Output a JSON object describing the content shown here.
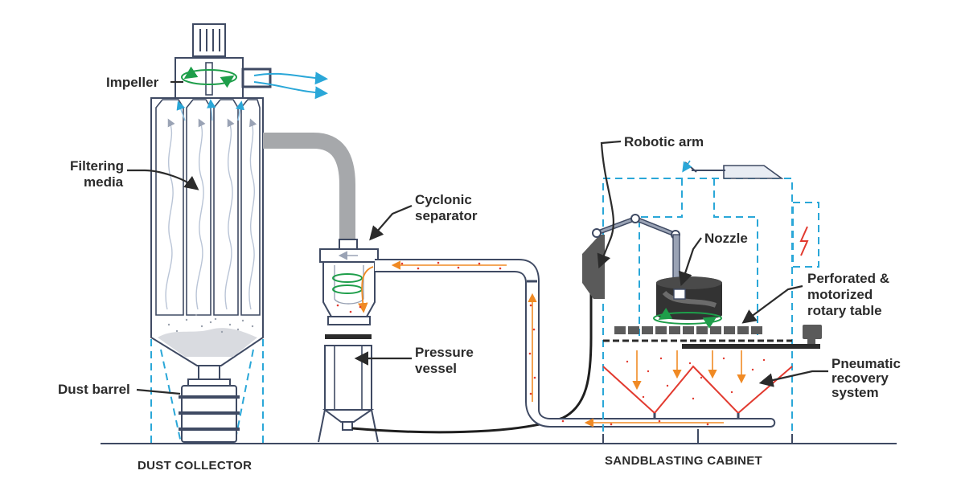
{
  "labels": {
    "impeller": "Impeller",
    "filtering_media_1": "Filtering",
    "filtering_media_2": "media",
    "dust_barrel": "Dust barrel",
    "cyclonic_separator_1": "Cyclonic",
    "cyclonic_separator_2": "separator",
    "pressure_vessel_1": "Pressure",
    "pressure_vessel_2": "vessel",
    "robotic_arm": "Robotic arm",
    "nozzle": "Nozzle",
    "rotary_table_1": "Perforated &",
    "rotary_table_2": "motorized",
    "rotary_table_3": "rotary table",
    "pneumatic_1": "Pneumatic",
    "pneumatic_2": "recovery",
    "pneumatic_3": "system"
  },
  "captions": {
    "dust_collector": "DUST COLLECTOR",
    "sandblasting_cabinet": "SANDBLASTING CABINET"
  },
  "colors": {
    "outline": "#3f4a63",
    "dashed_frame": "#2aa7d8",
    "air_flow": "#2aa7d8",
    "rotation_arrow": "#1e9e4a",
    "abrasive_flow": "#f08a24",
    "abrasive_particles": "#e23a2f",
    "hose": "#9a9a9a",
    "recovery_hopper": "#e23a2f"
  },
  "icons": [
    "fan-icon",
    "electrical-hazard-icon",
    "blast-gun-icon",
    "motor-icon"
  ]
}
